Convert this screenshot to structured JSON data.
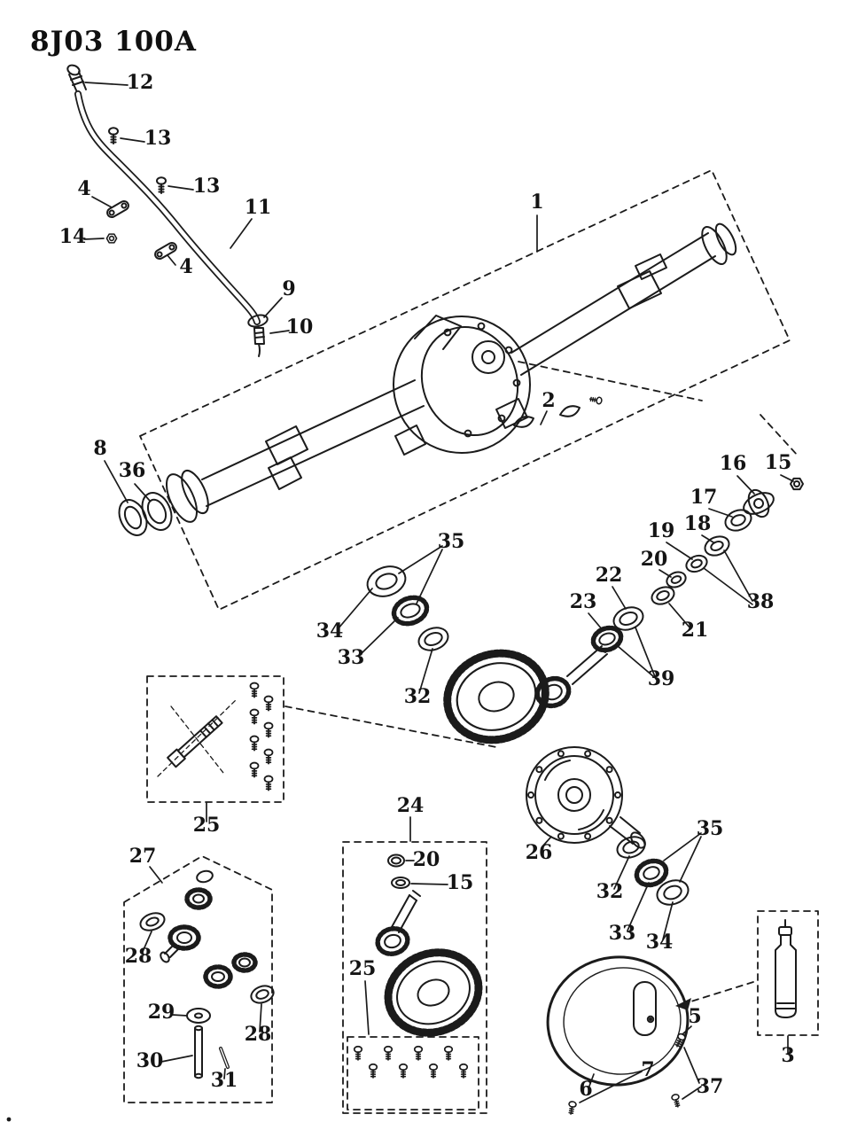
{
  "title": "8J03 100A",
  "colors": {
    "ink": "#1b1b1b",
    "background": "#ffffff"
  },
  "labels": {
    "n1": "1",
    "n2": "2",
    "n3": "3",
    "n4a": "4",
    "n4b": "4",
    "n5": "5",
    "n6": "6",
    "n7": "7",
    "n8": "8",
    "n9": "9",
    "n10": "10",
    "n11": "11",
    "n12": "12",
    "n13a": "13",
    "n13b": "13",
    "n14": "14",
    "n15a": "15",
    "n15b": "15",
    "n16": "16",
    "n17": "17",
    "n18": "18",
    "n19": "19",
    "n20a": "20",
    "n20b": "20",
    "n21": "21",
    "n22": "22",
    "n23": "23",
    "n24": "24",
    "n25a": "25",
    "n25b": "25",
    "n26": "26",
    "n27": "27",
    "n28a": "28",
    "n28b": "28",
    "n29": "29",
    "n30": "30",
    "n31": "31",
    "n32a": "32",
    "n32b": "32",
    "n33a": "33",
    "n33b": "33",
    "n34a": "34",
    "n34b": "34",
    "n35a": "35",
    "n35b": "35",
    "n36": "36",
    "n37": "37",
    "n38": "38",
    "n39": "39"
  }
}
